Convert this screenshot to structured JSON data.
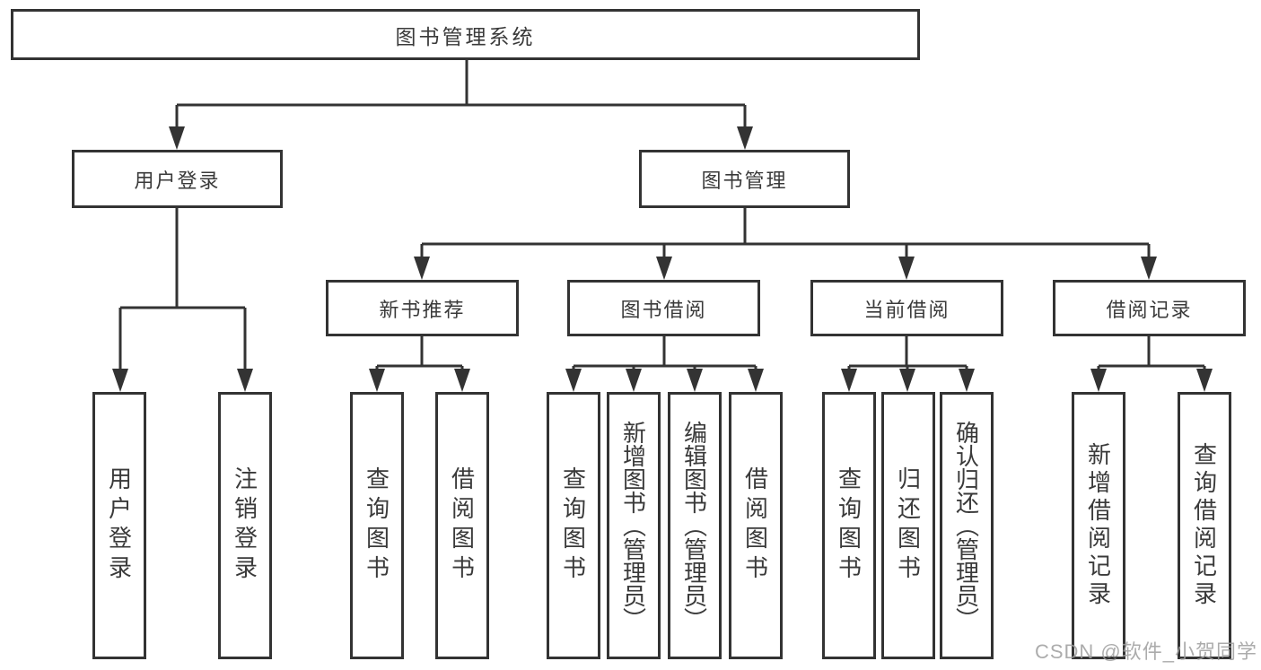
{
  "diagram": {
    "title": "图书管理系统",
    "level2": {
      "user_login": "用户登录",
      "book_mgmt": "图书管理"
    },
    "level3": {
      "new_book": "新书推荐",
      "book_borrow": "图书借阅",
      "current_borrow": "当前借阅",
      "borrow_record": "借阅记录"
    },
    "leaves": {
      "user_login": "用户登录",
      "logout": "注销登录",
      "nb_query": "查询图书",
      "nb_borrow": "借阅图书",
      "bb_query": "查询图书",
      "bb_add": "新增图书（管理员）",
      "bb_edit": "编辑图书（管理员）",
      "bb_borrow": "借阅图书",
      "cb_query": "查询图书",
      "cb_return": "归还图书",
      "cb_confirm": "确认归还（管理员）",
      "br_add": "新增借阅记录",
      "br_query": "查询借阅记录"
    }
  },
  "watermark": "CSDN @软件_小贺同学",
  "colors": {
    "line": "#333333",
    "box_border": "#333333",
    "text": "#3a3a3a",
    "watermark": "#9e9e9e",
    "background": "#ffffff"
  }
}
